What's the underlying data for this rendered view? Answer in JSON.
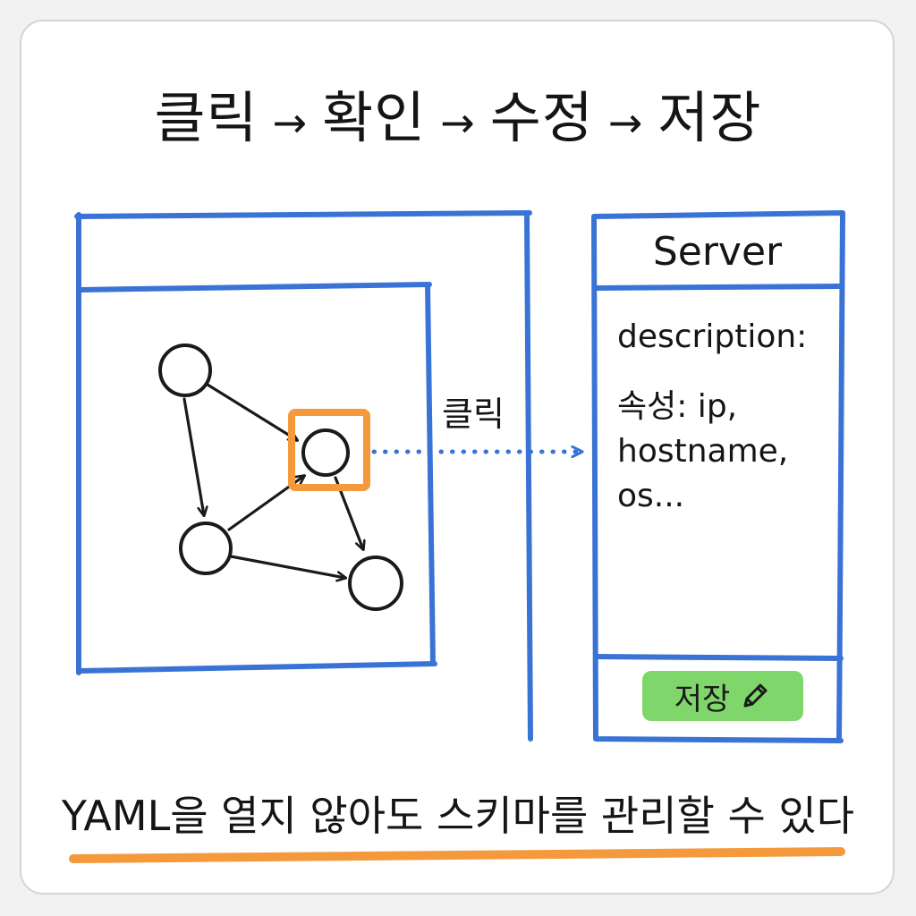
{
  "header": {
    "steps": [
      "클릭",
      "확인",
      "수정",
      "저장"
    ],
    "arrow": "→"
  },
  "diagram": {
    "click_label": "클릭",
    "selected_node": 1
  },
  "panel": {
    "title": "Server",
    "description_label": "description:",
    "attributes_lines": [
      "속성: ip,",
      "hostname,",
      "os..."
    ],
    "save_label": "저장",
    "save_icon": "pencil-icon"
  },
  "caption": "YAML을 열지 않아도 스키마를 관리할 수 있다",
  "colors": {
    "frame_blue": "#3a73d6",
    "highlight_orange": "#f59a3c",
    "save_green": "#7fd66a",
    "ink": "#1a1a1a"
  }
}
